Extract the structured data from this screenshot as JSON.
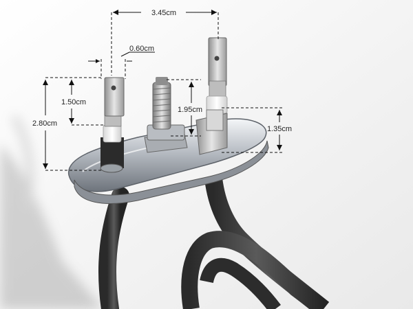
{
  "dimensions": {
    "pin_spacing": "3.45cm",
    "tab_width": "0.60cm",
    "tab_height": "1.50cm",
    "overall_height": "2.80cm",
    "stud_height": "1.95cm",
    "side_tab_height": "1.35cm"
  },
  "colors": {
    "background": "#f4f4f4",
    "element_tube": "#3a3a3a",
    "chrome": "#c9cdd3",
    "dimension_line": "#111111"
  }
}
